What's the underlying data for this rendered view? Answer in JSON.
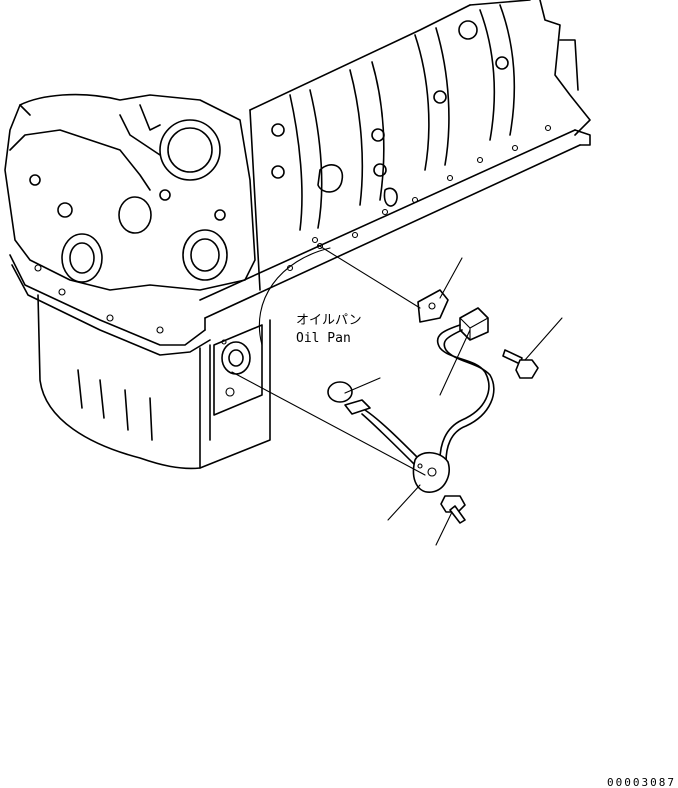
{
  "labels": {
    "oil_pan_jp": "オイルパン",
    "oil_pan_en": "Oil Pan"
  },
  "drawing_number": "00003087"
}
